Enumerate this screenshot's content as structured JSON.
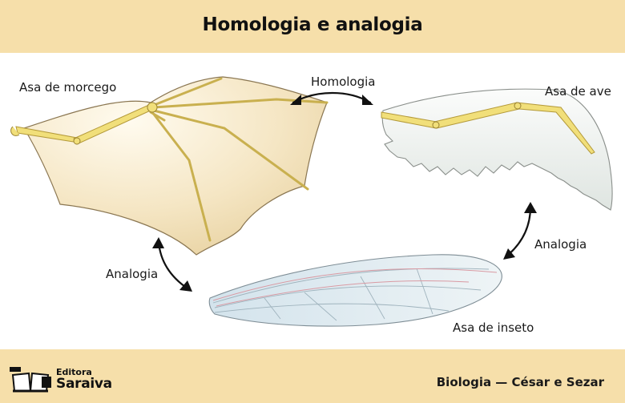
{
  "title": "Homologia e analogia",
  "labels": {
    "bat_wing": "Asa de morcego",
    "bird_wing": "Asa de ave",
    "insect_wing": "Asa de inseto",
    "homology": "Homologia",
    "analogy_left": "Analogia",
    "analogy_right": "Analogia"
  },
  "footer": {
    "publisher_top": "Editora",
    "publisher_bottom": "Saraiva",
    "credit": "Biologia — César e Sezar"
  },
  "colors": {
    "header_band": "#f6dfaa",
    "bone": "#f1df7a",
    "bat_membrane": "#f3e3c0",
    "bird_feathers": "#e6ebe7",
    "insect_wing": "#dde9ef"
  }
}
